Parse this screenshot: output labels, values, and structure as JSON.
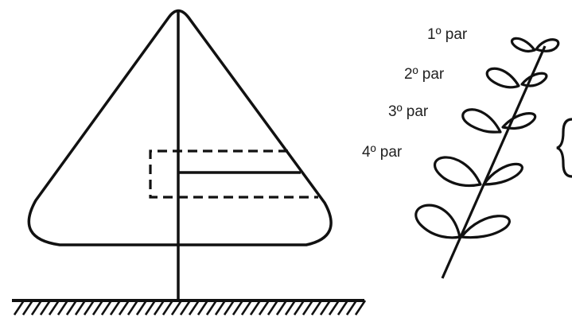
{
  "labels": {
    "pair1": "1º par",
    "pair2": "2º par",
    "pair3": "3º par",
    "pair4": "4º par"
  },
  "colors": {
    "stroke": "#111111",
    "background": "#ffffff"
  }
}
